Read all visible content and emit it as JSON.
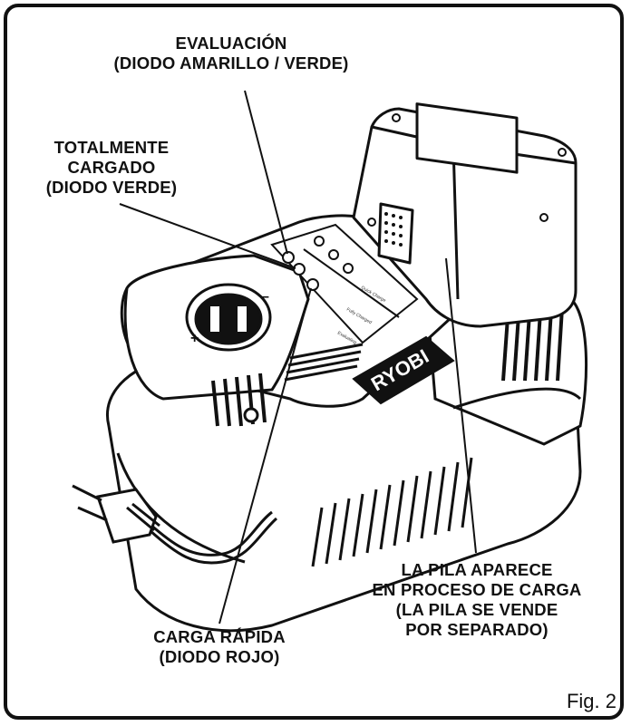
{
  "callouts": {
    "evaluation": [
      "EVALUACIÓN",
      "(DIODO AMARILLO / VERDE)"
    ],
    "fully_charged": [
      "TOTALMENTE",
      "CARGADO",
      "(DIODO VERDE)"
    ],
    "battery": [
      "LA PILA APARECE",
      "EN PROCESO DE CARGA",
      "(LA PILA SE VENDE",
      "POR SEPARADO)"
    ],
    "quick_charge": [
      "CARGA RÁPIDA",
      "(DIODO ROJO)"
    ]
  },
  "panel_legend": {
    "quick_charge": "Quick Charge",
    "fully_charged": "Fully Charged",
    "evaluating": "Evaluating"
  },
  "brand": "RYOBI",
  "port_plus": "+",
  "port_minus": "–",
  "figure_label": "Fig. 2"
}
